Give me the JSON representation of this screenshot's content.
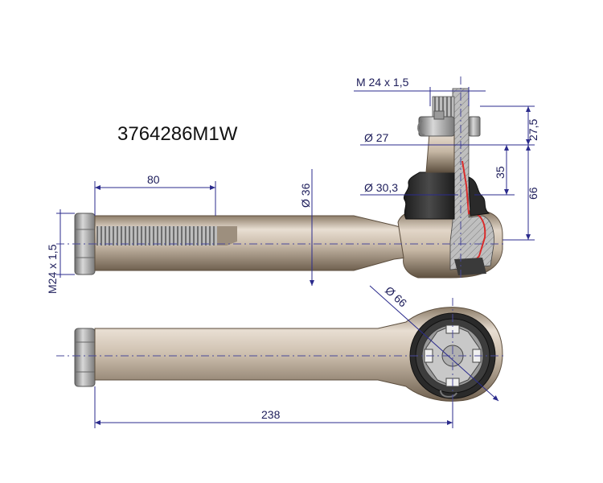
{
  "part_number": "3764286M1W",
  "dimensions": {
    "thread_top": "M 24  x 1,5",
    "thread_side": "M24  x 1,5",
    "thread_length": "80",
    "shank_diameter": "Ø 36",
    "stud_diameter_1": "Ø  27",
    "stud_diameter_2": "Ø  30,3",
    "height_small": "27,5",
    "height_mid": "35",
    "height_total": "66",
    "eye_diameter": "Ø 66",
    "overall_length": "238"
  },
  "colors": {
    "dimension_lines": "#2b2b8c",
    "body_metal": "#cdbfae",
    "body_shadow": "#8c7c68",
    "cut_section": "#d92b2b",
    "rubber_boot": "#2a2a2a"
  }
}
